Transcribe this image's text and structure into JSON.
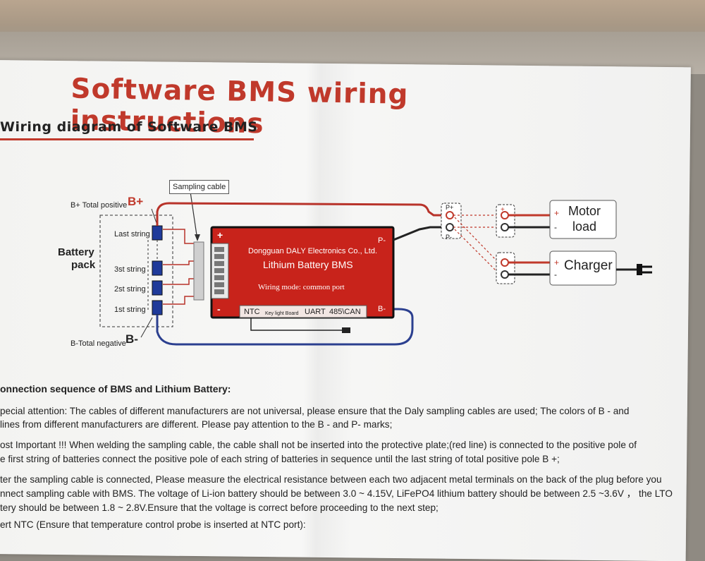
{
  "title": "Software BMS wiring instructions",
  "subtitle": "Wiring diagram of Software BMS",
  "diagram": {
    "sampling_cable": "Sampling cable",
    "b_plus_label": "B+ Total positive",
    "b_plus_big": "B+",
    "b_minus_label": "B-Total negative",
    "b_minus_big": "B-",
    "battery_pack_1": "Battery",
    "battery_pack_2": "pack",
    "strings": [
      "Last string",
      "3st string",
      "2st string",
      "1st string"
    ],
    "bms_company": "Dongguan DALY Electronics Co., Ltd.",
    "bms_name": "Lithium Battery BMS",
    "wiring_mode": "Wiring mode: common port",
    "plus": "+",
    "minus": "-",
    "p_minus": "P-",
    "b_minus_port": "B-",
    "ports": [
      "NTC",
      "Key light Board",
      "UART",
      "485\\CAN"
    ],
    "p_plus_term": "P+",
    "p_minus_term": "P-",
    "motor_load_1": "Motor",
    "motor_load_2": "load",
    "charger": "Charger",
    "colors": {
      "red": "#c0392b",
      "blue": "#2b3f8f",
      "bms": "#c8231b"
    }
  },
  "instructions": {
    "heading": "onnection sequence of BMS and Lithium Battery:",
    "lines": [
      "pecial attention: The cables of different manufacturers are not universal, please ensure that the Daly sampling cables are used; The colors of B - and",
      "lines from different manufacturers are different. Please pay attention to the B - and P- marks;",
      "ost Important !!! When welding the sampling cable, the cable shall not be inserted into the protective plate;(red line) is connected to the positive pole of",
      "e first string of batteries connect the positive pole of each string of batteries in sequence until the last string of total positive pole B +;",
      "ter the sampling cable is connected, Please measure the electrical resistance between each two adjacent metal terminals on the back of the plug before you",
      "nnect sampling cable with BMS. The voltage of Li-ion battery should be between 3.0 ~ 4.15V, LiFePO4 lithium battery should be between 2.5 ~3.6V ， the LTO",
      "tery should be between 1.8 ~ 2.8V.Ensure that the voltage is correct before proceeding to the next step;",
      "ert NTC (Ensure that temperature control probe is inserted at NTC port):"
    ]
  }
}
